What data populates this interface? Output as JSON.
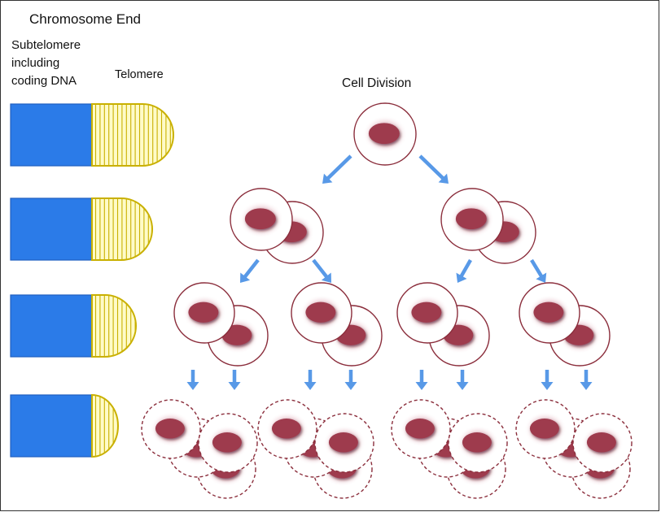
{
  "labels": {
    "title": "Chromosome End",
    "subtelomere_line1": "Subtelomere",
    "subtelomere_line2": "including",
    "subtelomere_line3": "coding DNA",
    "telomere": "Telomere",
    "cell_division": "Cell Division"
  },
  "colors": {
    "subtelomere_fill": "#2b7be8",
    "telomere_fill": "#fffbc8",
    "telomere_stripe": "#c9b000",
    "cell_outline": "#8b2e3c",
    "nucleus": "#9e3a4e",
    "halo": "#b0405a",
    "arrow": "#4f94e6",
    "frame": "#333333"
  },
  "chromosomes": [
    {
      "telomere_length_pct": 100
    },
    {
      "telomere_length_pct": 74
    },
    {
      "telomere_length_pct": 54
    },
    {
      "telomere_length_pct": 32
    }
  ],
  "generations": [
    {
      "cell_count": 1,
      "outline": "solid"
    },
    {
      "cell_count": 4,
      "outline": "solid"
    },
    {
      "cell_count": 8,
      "outline": "solid"
    },
    {
      "cell_count": 16,
      "outline": "dashed"
    }
  ]
}
